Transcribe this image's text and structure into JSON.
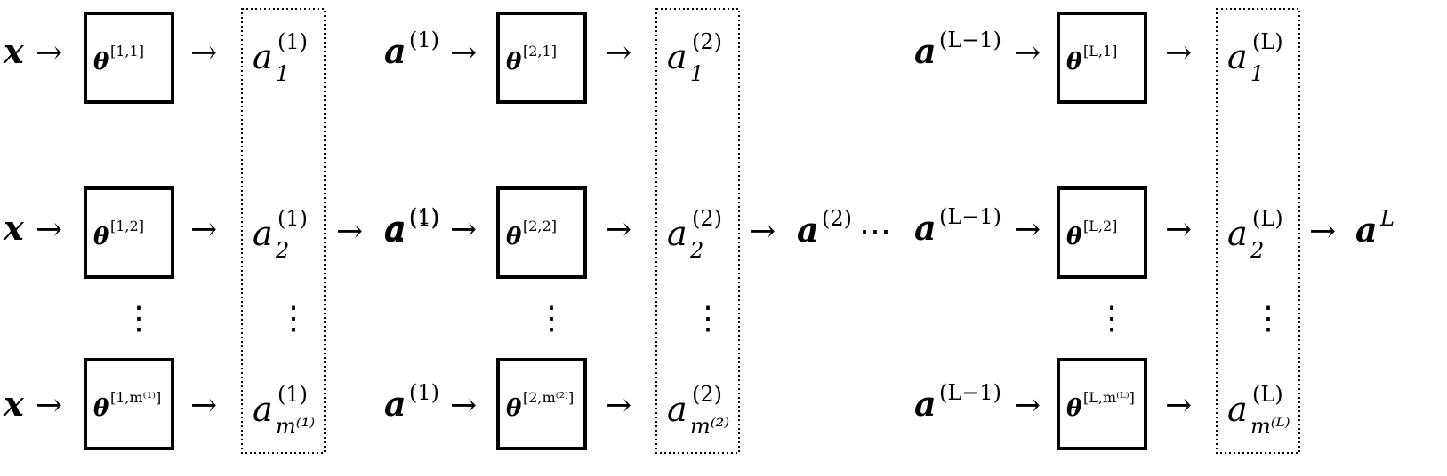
{
  "symbols": {
    "input": "x",
    "activation": "a",
    "arrow": "→",
    "ellipsis": "⋯",
    "vdots": "⋮",
    "theta": "θ",
    "final_sup": "L"
  },
  "layers": [
    {
      "input_base": "x",
      "input_sup": "",
      "output_sup": "(1)",
      "rows": [
        {
          "theta_sup": "[1,1]",
          "a_sub": "1"
        },
        {
          "theta_sup": "[1,2]",
          "a_sub": "2"
        },
        {
          "theta_sup": "[1,m⁽¹⁾]",
          "a_sub": "m⁽¹⁾"
        }
      ]
    },
    {
      "input_base": "a",
      "input_sup": "(1)",
      "output_sup": "(2)",
      "rows": [
        {
          "theta_sup": "[2,1]",
          "a_sub": "1"
        },
        {
          "theta_sup": "[2,2]",
          "a_sub": "2"
        },
        {
          "theta_sup": "[2,m⁽²⁾]",
          "a_sub": "m⁽²⁾"
        }
      ]
    },
    {
      "input_base": "a",
      "input_sup": "(L−1)",
      "output_sup": "(L)",
      "rows": [
        {
          "theta_sup": "[L,1]",
          "a_sub": "1"
        },
        {
          "theta_sup": "[L,2]",
          "a_sub": "2"
        },
        {
          "theta_sup": "[L,m⁽ᴸ⁾]",
          "a_sub": "m⁽ᴸ⁾"
        }
      ]
    }
  ],
  "links": {
    "between_1_2": "(1)",
    "between_2_3_left": "(2)",
    "between_2_3_right": "(L−1)"
  }
}
